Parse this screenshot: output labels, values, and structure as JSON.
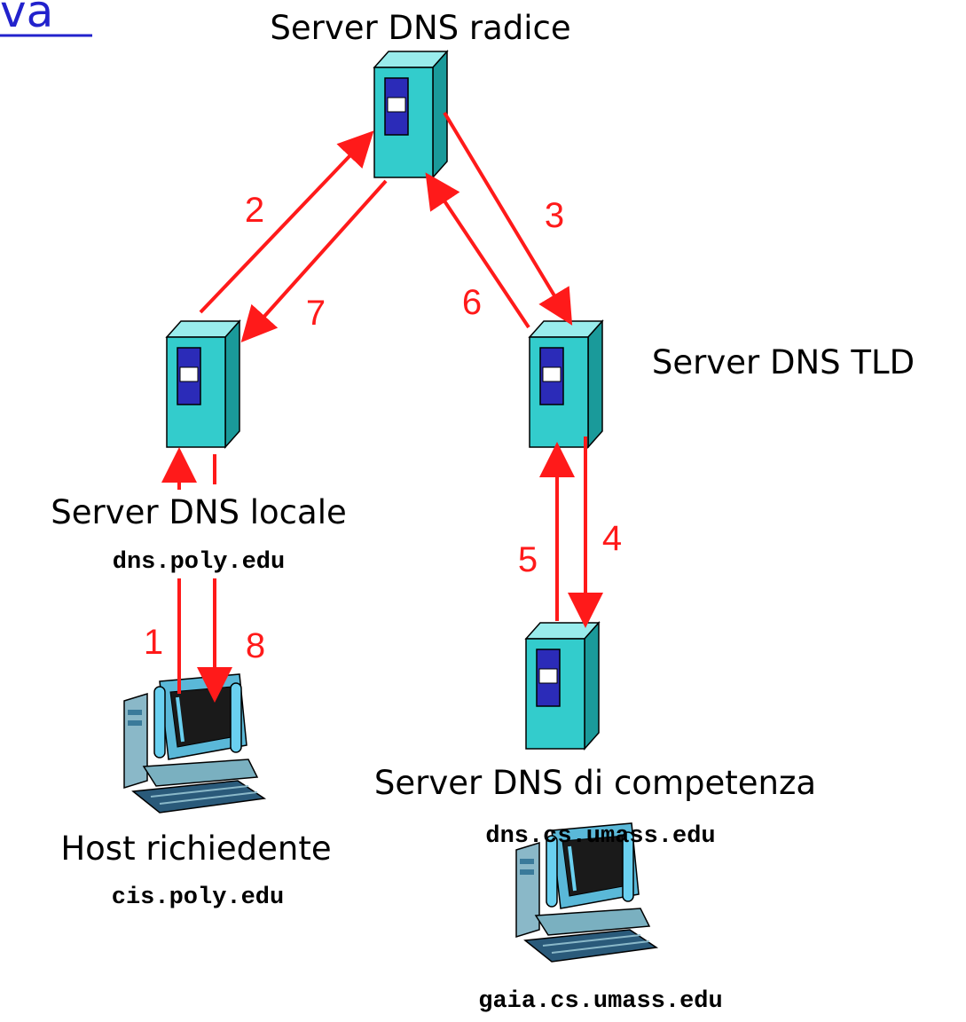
{
  "colors": {
    "arrow": "#ff1a1a",
    "server_body": "#33cccc",
    "server_dark": "#1a8a8a",
    "server_panel": "#2b2bb8",
    "title_link": "#2222cc"
  },
  "corner_title_fragment": "va",
  "nodes": {
    "root": {
      "label": "Server DNS radice",
      "icon": "server-tower-icon"
    },
    "tld": {
      "label": "Server DNS TLD",
      "icon": "server-tower-icon"
    },
    "local": {
      "label": "Server DNS locale",
      "host": "dns.poly.edu",
      "icon": "server-tower-icon"
    },
    "authoritative": {
      "label": "Server DNS di competenza",
      "host": "dns.cs.umass.edu",
      "icon": "server-tower-icon"
    },
    "requesting_host": {
      "label": "Host richiedente",
      "host": "cis.poly.edu",
      "icon": "desktop-computer-icon"
    },
    "target_host": {
      "host": "gaia.cs.umass.edu",
      "icon": "desktop-computer-icon"
    }
  },
  "steps": [
    {
      "number": "1",
      "from": "requesting_host",
      "to": "local"
    },
    {
      "number": "2",
      "from": "local",
      "to": "root"
    },
    {
      "number": "3",
      "from": "root",
      "to": "tld"
    },
    {
      "number": "4",
      "from": "tld",
      "to": "authoritative"
    },
    {
      "number": "5",
      "from": "authoritative",
      "to": "tld"
    },
    {
      "number": "6",
      "from": "tld",
      "to": "root"
    },
    {
      "number": "7",
      "from": "root",
      "to": "local"
    },
    {
      "number": "8",
      "from": "local",
      "to": "requesting_host"
    }
  ]
}
